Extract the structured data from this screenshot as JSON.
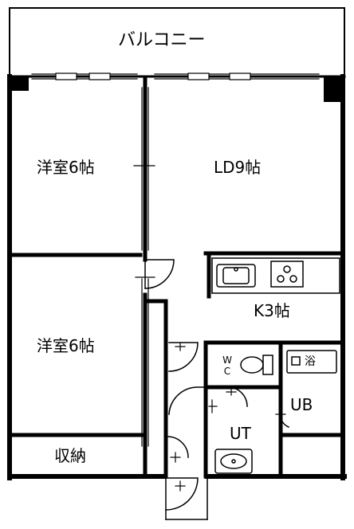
{
  "rooms": {
    "balcony": "バルコニー",
    "western_room_1": "洋室6帖",
    "ldk": "LD9帖",
    "kitchen": "K3帖",
    "western_room_2": "洋室6帖",
    "storage": "収納",
    "wc_line1": "W",
    "wc_line2": "C",
    "bath_tag": "浴",
    "unit_bath": "UB",
    "utility": "UT"
  },
  "icons": [
    "door-swing-icon",
    "sink-icon",
    "stove-icon",
    "toilet-icon",
    "washbasin-icon",
    "window-icon"
  ]
}
